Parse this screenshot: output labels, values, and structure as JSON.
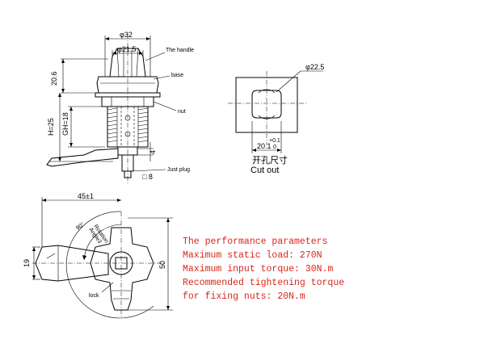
{
  "top_view": {
    "dim_phi32": "φ32",
    "dim_phi21_5": "φ21.5",
    "label_handle": "The handle",
    "label_base": "base",
    "label_nut": "nut",
    "label_just_plug": "Just plug",
    "dim_20_6": "20.6",
    "dim_h25": "H=25",
    "dim_gh18": "GH=18",
    "dim_4": "4",
    "dim_square8": "□ 8"
  },
  "cutout": {
    "dim_phi22_5": "φ22.5",
    "dim_20_1": "20.1",
    "tol_upper": "+0.1",
    "tol_lower": "0",
    "title_cn": "开孔尺寸",
    "title_en": "Cut out"
  },
  "front_view": {
    "dim_45": "45±1",
    "angle_90": "90°",
    "rotation_1": "Rotation",
    "rotation_2": "Angle3",
    "dim_19": "19",
    "dim_50": "50",
    "label_lock": "lock"
  },
  "performance": {
    "heading": "The performance parameters",
    "line1": "Maximum static load: 270N",
    "line2": "Maximum input torque: 30N.m",
    "line3": "Recommended tightening torque",
    "line4": "for fixing nuts: 20N.m",
    "color": "#d9261c"
  }
}
